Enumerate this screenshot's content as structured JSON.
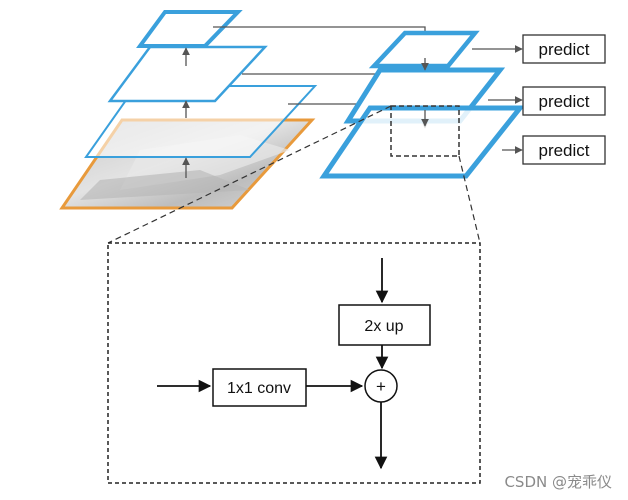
{
  "predict_boxes": [
    {
      "label": "predict"
    },
    {
      "label": "predict"
    },
    {
      "label": "predict"
    }
  ],
  "detail": {
    "upsample_label": "2x up",
    "conv_label": "1x1 conv",
    "merge_symbol": "+"
  },
  "colors": {
    "pyramid_stroke": "#3aa0dc",
    "image_border": "#e89a3c",
    "arrow": "#555555",
    "detail_stroke": "#111111"
  },
  "watermark": "CSDN @宠乖仪"
}
